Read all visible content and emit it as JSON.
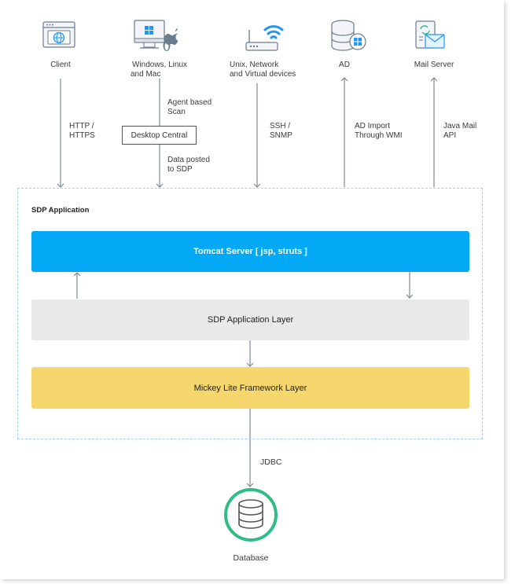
{
  "nodes": {
    "client": "Client",
    "windows_line1": "Windows, Linux",
    "windows_line2": "and Mac",
    "unix_line1": "Unix, Network",
    "unix_line2": "and Virtual devices",
    "ad": "AD",
    "mail": "Mail Server",
    "database": "Database"
  },
  "edges": {
    "http_line1": "HTTP /",
    "http_line2": "HTTPS",
    "agent_line1": "Agent based",
    "agent_line2": "Scan",
    "posted_line1": "Data posted",
    "posted_line2": "to SDP",
    "ssh_line1": "SSH /",
    "ssh_line2": "SNMP",
    "adimport_line1": "AD Import",
    "adimport_line2": "Through WMI",
    "javamail_line1": "Java Mail",
    "javamail_line2": "API",
    "jdbc": "JDBC"
  },
  "desktop_central": "Desktop Central",
  "app": {
    "title": "SDP Application",
    "tomcat": "Tomcat Server [ jsp, struts ]",
    "sdp_layer": "SDP Application Layer",
    "mickey_layer": "Mickey Lite Framework Layer"
  },
  "icons": {
    "client": "browser-globe-icon",
    "windows": "desktop-windows-linux-mac-icon",
    "unix": "wifi-router-icon",
    "ad": "database-windows-icon",
    "mail": "mail-server-icon",
    "database": "database-icon"
  },
  "colors": {
    "tomcat": "#03a9f4",
    "sdp_layer": "#e9e9e9",
    "mickey_layer": "#f5d76e",
    "accent_green": "#2ebd85",
    "icon_blue": "#2196f3",
    "arrow": "#7a8a99"
  }
}
